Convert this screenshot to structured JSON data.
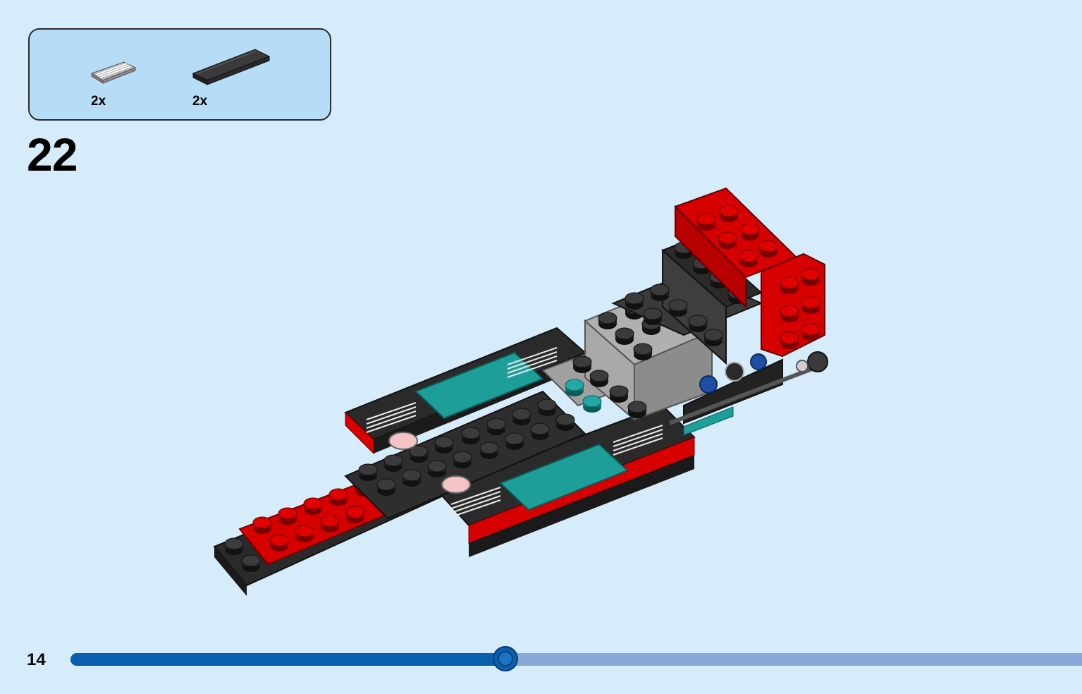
{
  "parts_box": {
    "items": [
      {
        "name": "grille-tile-1x2-icon",
        "qty": "2x"
      },
      {
        "name": "tile-1x4-icon",
        "qty": "2x"
      }
    ]
  },
  "step": {
    "number": "22"
  },
  "page": {
    "number": "14"
  },
  "progress": {
    "fraction": 0.43
  },
  "colors": {
    "background": "#d6ecfb",
    "parts_box": "#b7dcf6",
    "progress_fill": "#0a5fae",
    "progress_track": "#8aa9d9",
    "brick_red": "#d90000",
    "brick_black": "#2a2a2a",
    "brick_teal": "#1d9e98",
    "brick_gray": "#a0a0a0"
  }
}
